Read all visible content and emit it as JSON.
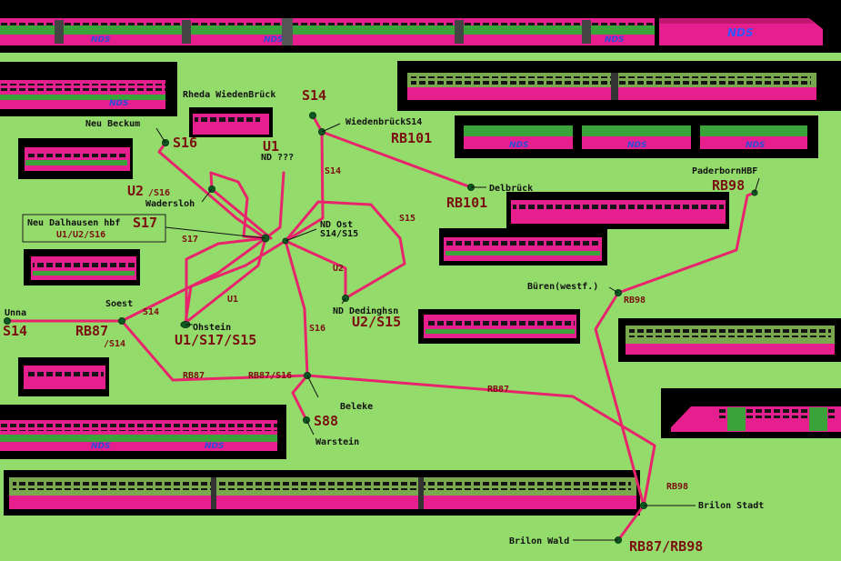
{
  "stations": [
    {
      "id": "rheda",
      "label": "Rheda WiedenBrück"
    },
    {
      "id": "neubeckum",
      "label": "Neu Beckum"
    },
    {
      "id": "wiedenbrueck",
      "label": "WiedenbrückS14"
    },
    {
      "id": "nd",
      "label": "ND ???"
    },
    {
      "id": "wadersloh",
      "label": "Wadersloh"
    },
    {
      "id": "delbrueck",
      "label": "Delbrück"
    },
    {
      "id": "neudalhausen",
      "label": "Neu Dalhausen hbf"
    },
    {
      "id": "ndost",
      "label": "ND Ost"
    },
    {
      "id": "unna",
      "label": "Unna"
    },
    {
      "id": "soest",
      "label": "Soest"
    },
    {
      "id": "ohstein",
      "label": "Ohstein"
    },
    {
      "id": "nddedinghsn",
      "label": "ND Dedinghsn"
    },
    {
      "id": "paderborn",
      "label": "PaderbornHBF"
    },
    {
      "id": "bueren",
      "label": "Büren(westf.)"
    },
    {
      "id": "beleke",
      "label": "Beleke"
    },
    {
      "id": "warstein",
      "label": "Warstein"
    },
    {
      "id": "brilonstadt",
      "label": "Brilon Stadt"
    },
    {
      "id": "brilonwald",
      "label": "Brilon Wald"
    }
  ],
  "lines": {
    "s14_rheda": "S14",
    "s16_neubeckum": "S16",
    "u1_top": "U1",
    "rb101_wied": "RB101",
    "rb101_delb": "RB101",
    "u2_wad": "U2",
    "s16_wad": "/S16",
    "s17_box": "S17",
    "box_sub": "U1/U2/S16",
    "ndost_sub": "S14/S15",
    "rb98_pad": "RB98",
    "s14_unna": "S14",
    "rb87_soest": "RB87",
    "s14_soest": "/S14",
    "ohstein_lines": "U1/S17/S15",
    "nddeding_lines": "U2/S15",
    "s88": "S88",
    "rb87_brilon": "RB87/RB98",
    "trk_s14a": "S14",
    "trk_s15": "S15",
    "trk_s17": "S17",
    "trk_u2": "U2",
    "trk_u1": "U1",
    "trk_s14b": "S14",
    "trk_s16": "S16",
    "trk_rb87a": "RB87",
    "trk_rb87s16": "RB87/S16",
    "trk_rb87b": "RB87",
    "trk_rb98a": "RB98",
    "trk_rb98b": "RB98"
  },
  "vehicle_logo": "NDS",
  "colors": {
    "background": "#93db6b",
    "track": "#e8246c",
    "vehicle_pink": "#e5208e",
    "vehicle_green": "#3aa43a",
    "label_red": "#7a1010"
  }
}
